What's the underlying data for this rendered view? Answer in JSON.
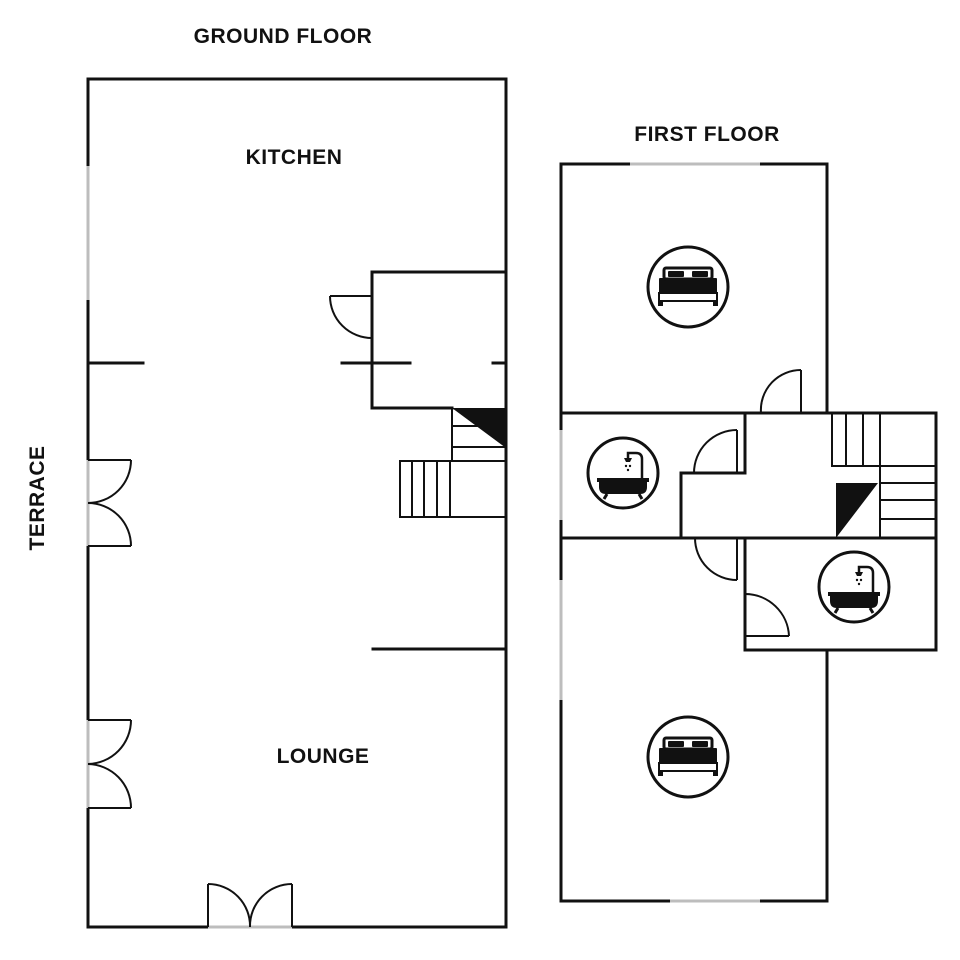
{
  "plan": {
    "ground_floor": {
      "title": "GROUND FLOOR",
      "rooms": {
        "kitchen": "KITCHEN",
        "lounge": "LOUNGE"
      },
      "exterior": "TERRACE"
    },
    "first_floor": {
      "title": "FIRST FLOOR",
      "icons": [
        "bed-icon",
        "bathtub-icon",
        "bathtub-icon",
        "bed-icon"
      ]
    },
    "colors": {
      "line": "#111111",
      "window": "#bdbdbd",
      "background": "#ffffff"
    }
  }
}
